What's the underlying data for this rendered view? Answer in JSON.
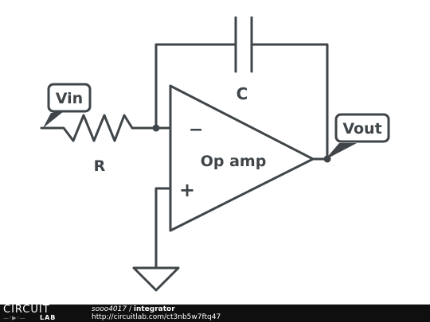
{
  "diagram": {
    "labels": {
      "capacitor": "C",
      "resistor": "R",
      "opamp": "Op amp",
      "minus": "−",
      "plus": "+"
    },
    "tags": {
      "input": "Vin",
      "output": "Vout"
    }
  },
  "footer": {
    "brand_top": "CIRCUIT",
    "brand_bottom": "LAB",
    "user": "sooo4017",
    "separator": " / ",
    "title": "integrator",
    "url": "http://circuitlab.com/ct3nb5w7ftq47"
  },
  "colors": {
    "stroke": "#3f4548",
    "footer_bg": "#0f0f0f"
  }
}
